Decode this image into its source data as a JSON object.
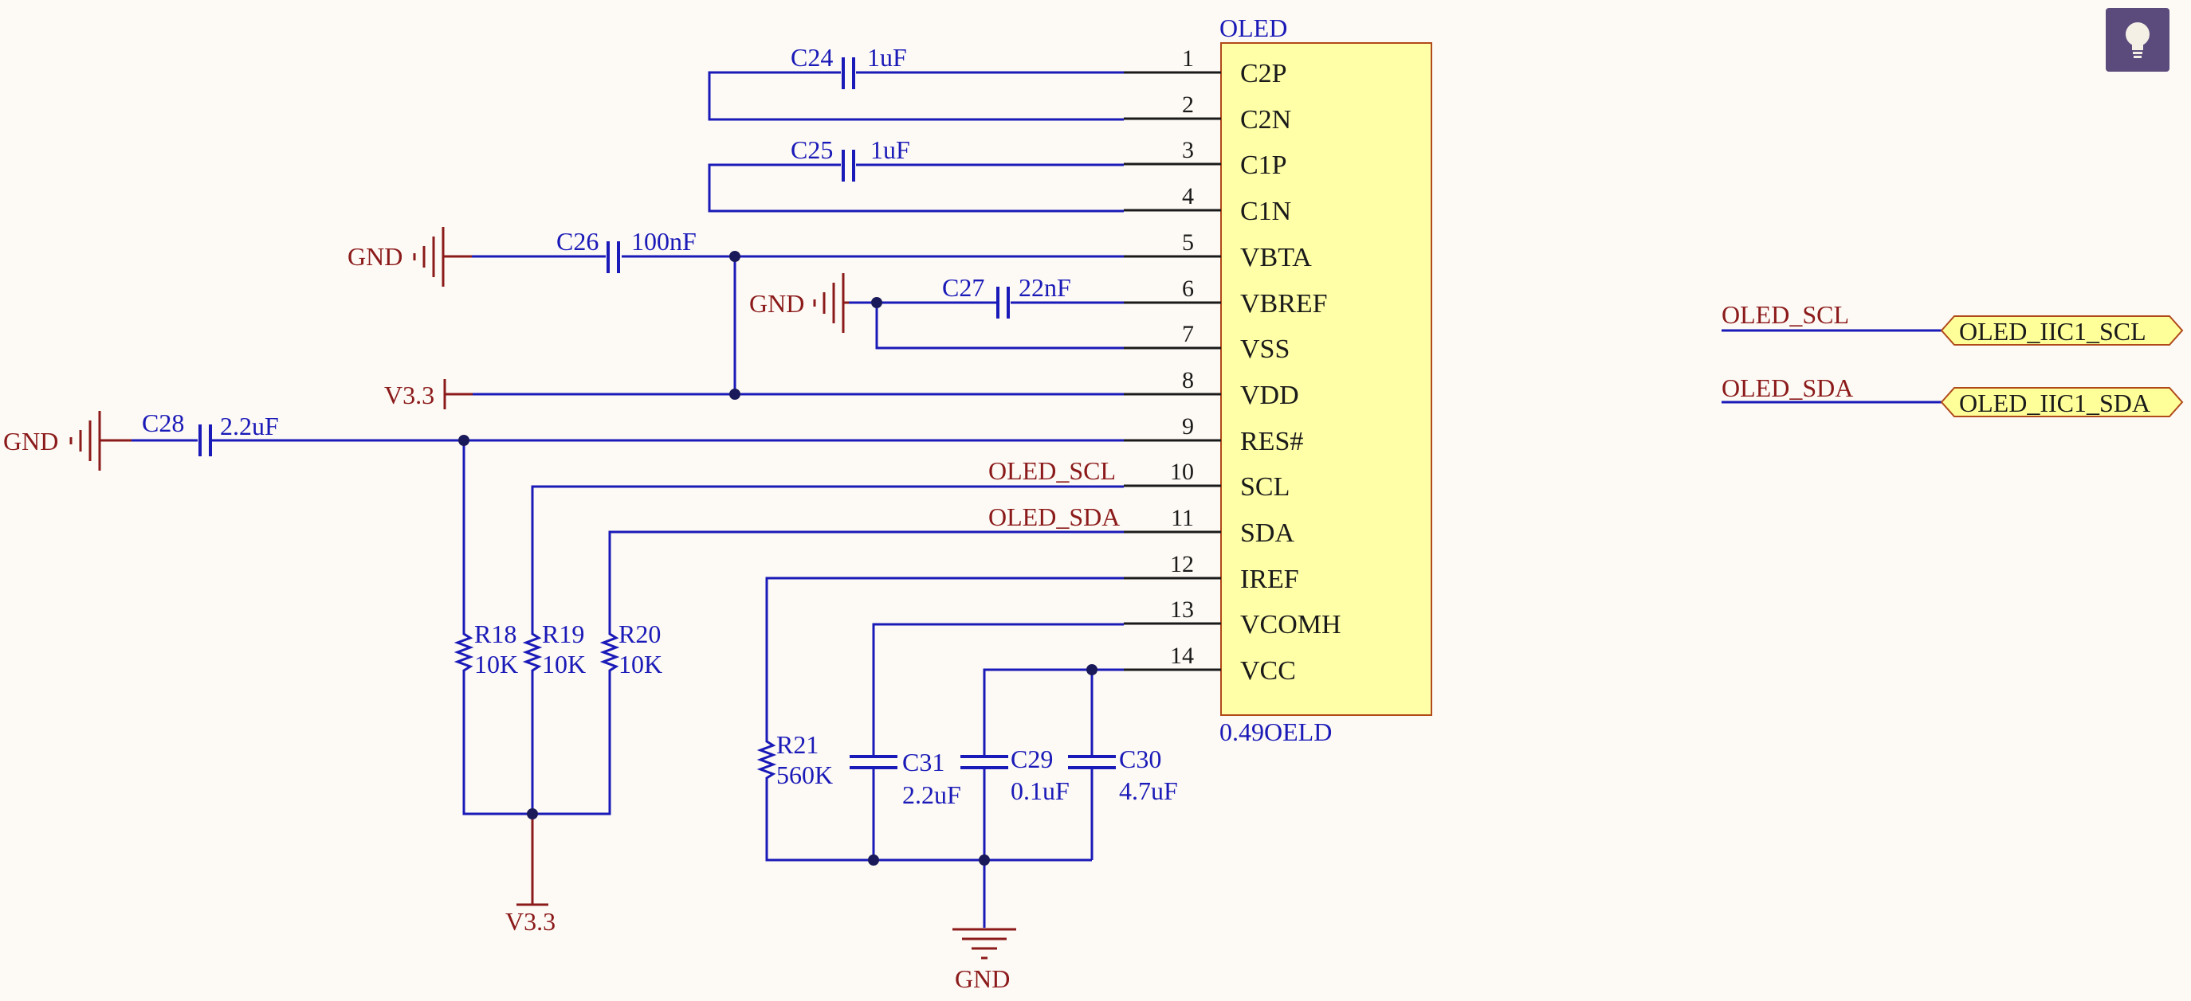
{
  "oled": {
    "title": "OLED",
    "part": "0.49OELD",
    "pins": [
      {
        "num": "1",
        "name": "C2P"
      },
      {
        "num": "2",
        "name": "C2N"
      },
      {
        "num": "3",
        "name": "C1P"
      },
      {
        "num": "4",
        "name": "C1N"
      },
      {
        "num": "5",
        "name": "VBTA"
      },
      {
        "num": "6",
        "name": "VBREF"
      },
      {
        "num": "7",
        "name": "VSS"
      },
      {
        "num": "8",
        "name": "VDD"
      },
      {
        "num": "9",
        "name": "RES#"
      },
      {
        "num": "10",
        "name": "SCL"
      },
      {
        "num": "11",
        "name": "SDA"
      },
      {
        "num": "12",
        "name": "IREF"
      },
      {
        "num": "13",
        "name": "VCOMH"
      },
      {
        "num": "14",
        "name": "VCC"
      }
    ]
  },
  "capacitors": {
    "C24": {
      "ref": "C24",
      "value": "1uF"
    },
    "C25": {
      "ref": "C25",
      "value": "1uF"
    },
    "C26": {
      "ref": "C26",
      "value": "100nF"
    },
    "C27": {
      "ref": "C27",
      "value": "22nF"
    },
    "C28": {
      "ref": "C28",
      "value": "2.2uF"
    },
    "C29": {
      "ref": "C29",
      "value": "0.1uF"
    },
    "C30": {
      "ref": "C30",
      "value": "4.7uF"
    },
    "C31": {
      "ref": "C31",
      "value": "2.2uF"
    }
  },
  "resistors": {
    "R18": {
      "ref": "R18",
      "value": "10K"
    },
    "R19": {
      "ref": "R19",
      "value": "10K"
    },
    "R20": {
      "ref": "R20",
      "value": "10K"
    },
    "R21": {
      "ref": "R21",
      "value": "560K"
    }
  },
  "power": {
    "gnd": "GND",
    "v33": "V3.3"
  },
  "nets": {
    "scl": "OLED_SCL",
    "sda": "OLED_SDA"
  },
  "ports": {
    "scl": "OLED_IIC1_SCL",
    "sda": "OLED_IIC1_SDA"
  },
  "colors": {
    "wire": "#1a1ab8",
    "power": "#8b1a1a",
    "component_fill": "#ffffa8",
    "component_border": "#b04a1a",
    "port_fill": "#ffff99",
    "background": "#fdf9f4"
  },
  "icons": {
    "hint": "lightbulb-icon"
  }
}
